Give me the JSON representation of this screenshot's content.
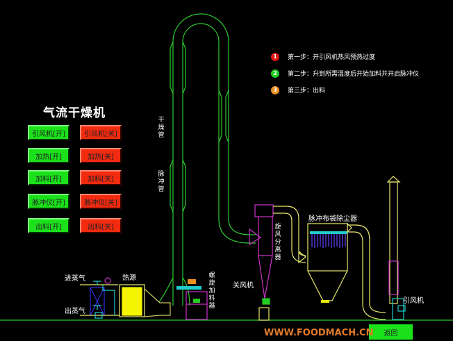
{
  "title": "气流干燥机",
  "buttons_on": [
    "引风机[开]",
    "加热[开]",
    "加料[开]",
    "脉冲仪[开]",
    "出料[开]"
  ],
  "buttons_off": [
    "引风机[关]",
    "加热[关]",
    "加料[关]",
    "脉冲仪[关]",
    "出料[关]"
  ],
  "steps": [
    {
      "num": "1",
      "text": "第一步：开引风机热风预热过度",
      "color": "#e01515"
    },
    {
      "num": "2",
      "text": "第二步：升到所需温度后开始加料并开启脉冲仪",
      "color": "#22cc22"
    },
    {
      "num": "3",
      "text": "第三步：出料",
      "color": "#e89020"
    }
  ],
  "labels": {
    "steam_in": "进蒸气",
    "steam_out": "出蒸气",
    "heat_source": "热源",
    "screw_feeder": "螺旋加料器",
    "dry_pipe": "干燥管",
    "pulse_pipe": "脉冲管",
    "cyclone": "旋风分离器",
    "airlock": "关风机",
    "bag_filter": "脉冲布袋除尘器",
    "fan": "引风机"
  },
  "back_label": "返回",
  "watermark": "WWW.FOODMACH.CN"
}
